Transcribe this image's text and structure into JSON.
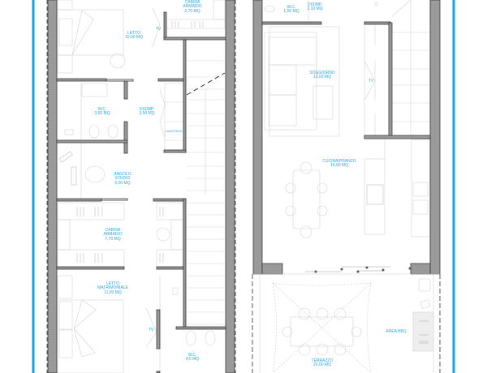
{
  "colors": {
    "accent": "#12a3e0",
    "wall": "#9a9a9a",
    "label": "#2aa7df"
  },
  "upper_floor": {
    "rooms": [
      {
        "name": "LETTO",
        "area": "10,00 MQ"
      },
      {
        "name1": "CABINA",
        "name2": "ARMADIO",
        "area": "2,70 MQ"
      },
      {
        "name": "W.C.",
        "area": "3,60 MQ"
      },
      {
        "name": "DISIMP.",
        "area": "3,50 MQ"
      },
      {
        "name1": "ANGOLO",
        "name2": "STUDIO",
        "area": "6,00 MQ"
      },
      {
        "name1": "CABINA",
        "name2": "ARMADIO",
        "area": "7,70 MQ"
      },
      {
        "name1": "LETTO",
        "name2": "MATRIMONIALE",
        "area": "11,00 MQ"
      },
      {
        "name": "W.C.",
        "area": "4,5 MQ"
      }
    ],
    "tv_1": "TV",
    "tv_2": "TV",
    "lavatrice": "LAVATRICE"
  },
  "ground_floor": {
    "rooms": [
      {
        "name": "W.C.",
        "area": "1,50 MQ"
      },
      {
        "name": "DISIMP.",
        "area": "2,10 MQ"
      },
      {
        "name": "SOGGIORNO",
        "area": "13,00 MQ"
      },
      {
        "name": "CUCINA/PRANZO",
        "area": "19,60 MQ"
      },
      {
        "name": "TERRAZZO",
        "area": "20,00 MQ"
      }
    ],
    "tv": "TV",
    "bbq": "AREA BBQ"
  }
}
